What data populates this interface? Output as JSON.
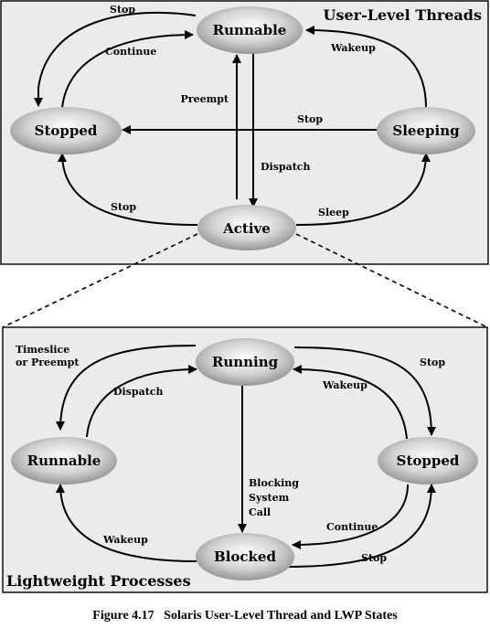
{
  "user_panel": {
    "title": "User-Level Threads",
    "states": {
      "runnable": "Runnable",
      "stopped": "Stopped",
      "sleeping": "Sleeping",
      "active": "Active"
    },
    "transitions": {
      "stop_runnable_to_stopped": "Stop",
      "continue": "Continue",
      "wakeup": "Wakeup",
      "preempt": "Preempt",
      "stop_sleeping_to_stopped": "Stop",
      "dispatch": "Dispatch",
      "stop_active_to_stopped": "Stop",
      "sleep": "Sleep"
    }
  },
  "lwp_panel": {
    "title": "Lightweight Processes",
    "states": {
      "running": "Running",
      "runnable": "Runnable",
      "stopped": "Stopped",
      "blocked": "Blocked"
    },
    "transitions": {
      "timeslice_line1": "Timeslice",
      "timeslice_line2": "or Preempt",
      "dispatch": "Dispatch",
      "stop_running_to_stopped": "Stop",
      "wakeup_stopped_to_running": "Wakeup",
      "blocking_line1": "Blocking",
      "blocking_line2": "System",
      "blocking_line3": "Call",
      "continue": "Continue",
      "wakeup_blocked_to_runnable": "Wakeup",
      "stop_blocked_to_stopped": "Stop"
    }
  },
  "caption": "Figure 4.17   Solaris User-Level Thread and LWP States",
  "colors": {
    "panel_fill": "#ebebeb",
    "node_center": "#ffffff",
    "node_edge": "#8c8c8c",
    "ink": "#000000"
  }
}
